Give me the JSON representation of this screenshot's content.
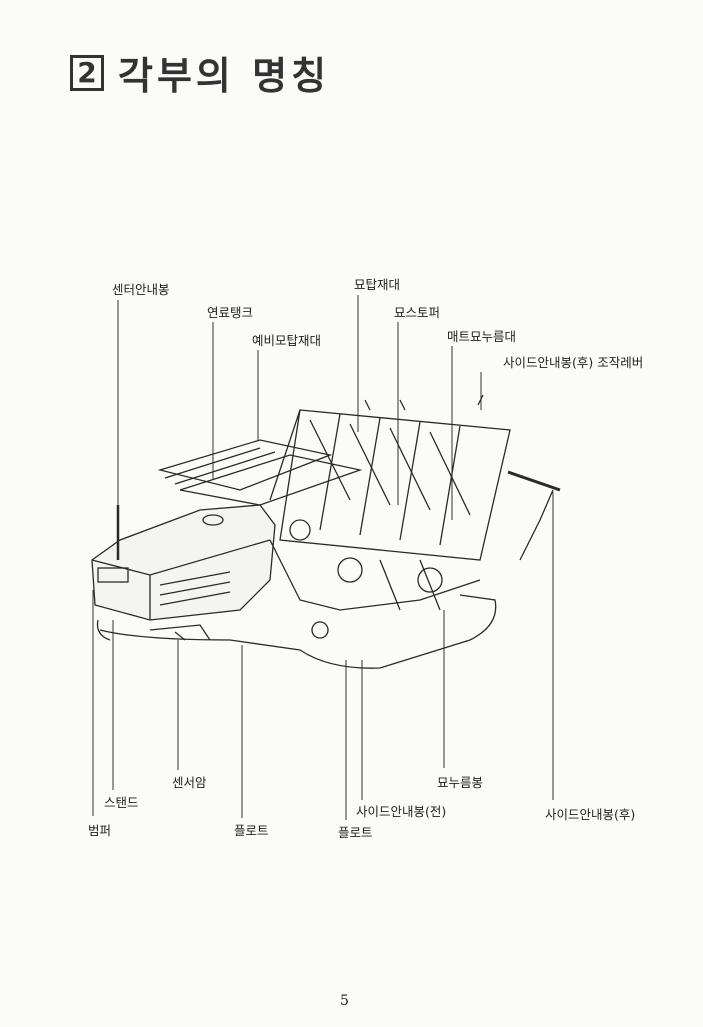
{
  "section": {
    "number": "2",
    "title": "각부의 명칭"
  },
  "labels": {
    "center_guide": "센터안내봉",
    "fuel_tank": "연료탱크",
    "spare_seedling_stand": "예비모탑재대",
    "seedling_stand": "묘탑재대",
    "seedling_stopper": "묘스토퍼",
    "mat_seedling_holder": "매트묘누름대",
    "side_guide_rear_lever": "사이드안내봉(후) 조작레버",
    "bumper": "범퍼",
    "stand": "스탠드",
    "sensor_arm": "센서암",
    "float_left": "플로트",
    "float_center": "플로트",
    "side_guide_front": "사이드안내봉(전)",
    "seedling_press_rod": "묘누름봉",
    "side_guide_rear": "사이드안내봉(후)"
  },
  "page_number": "5"
}
